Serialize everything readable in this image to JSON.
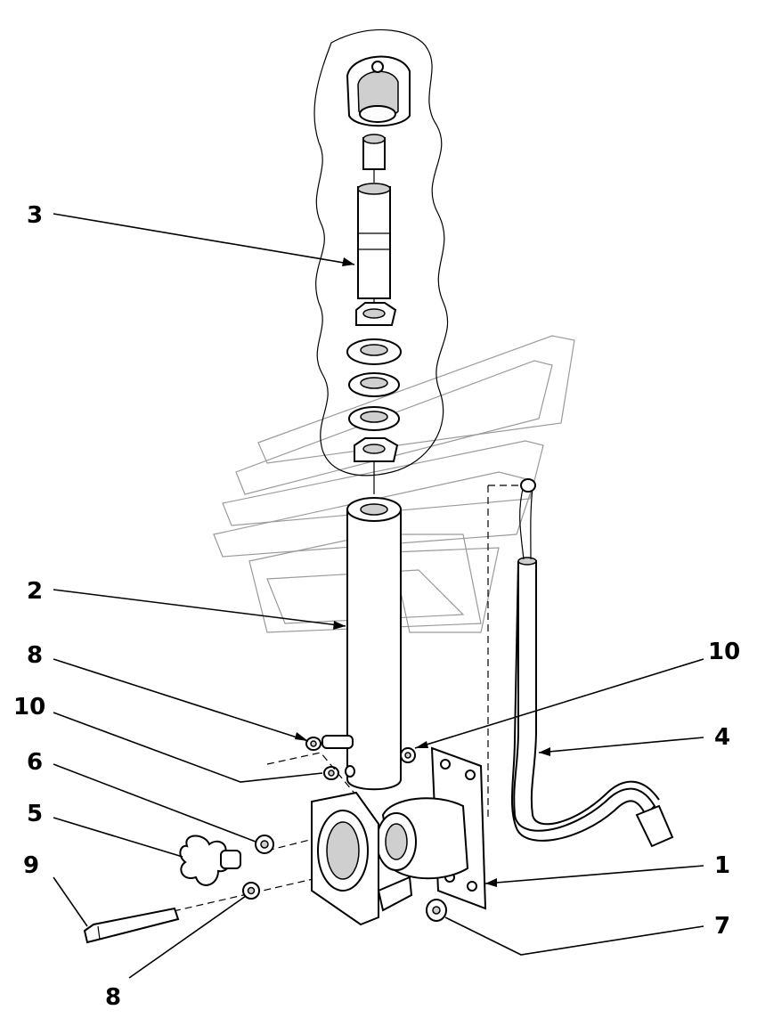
{
  "diagram": {
    "callouts": [
      {
        "id": "3",
        "text": "3"
      },
      {
        "id": "2",
        "text": "2"
      },
      {
        "id": "8a",
        "text": "8"
      },
      {
        "id": "10a",
        "text": "10"
      },
      {
        "id": "6",
        "text": "6"
      },
      {
        "id": "5",
        "text": "5"
      },
      {
        "id": "9",
        "text": "9"
      },
      {
        "id": "8b",
        "text": "8"
      },
      {
        "id": "10b",
        "text": "10"
      },
      {
        "id": "4",
        "text": "4"
      },
      {
        "id": "1",
        "text": "1"
      },
      {
        "id": "7",
        "text": "7"
      }
    ]
  }
}
